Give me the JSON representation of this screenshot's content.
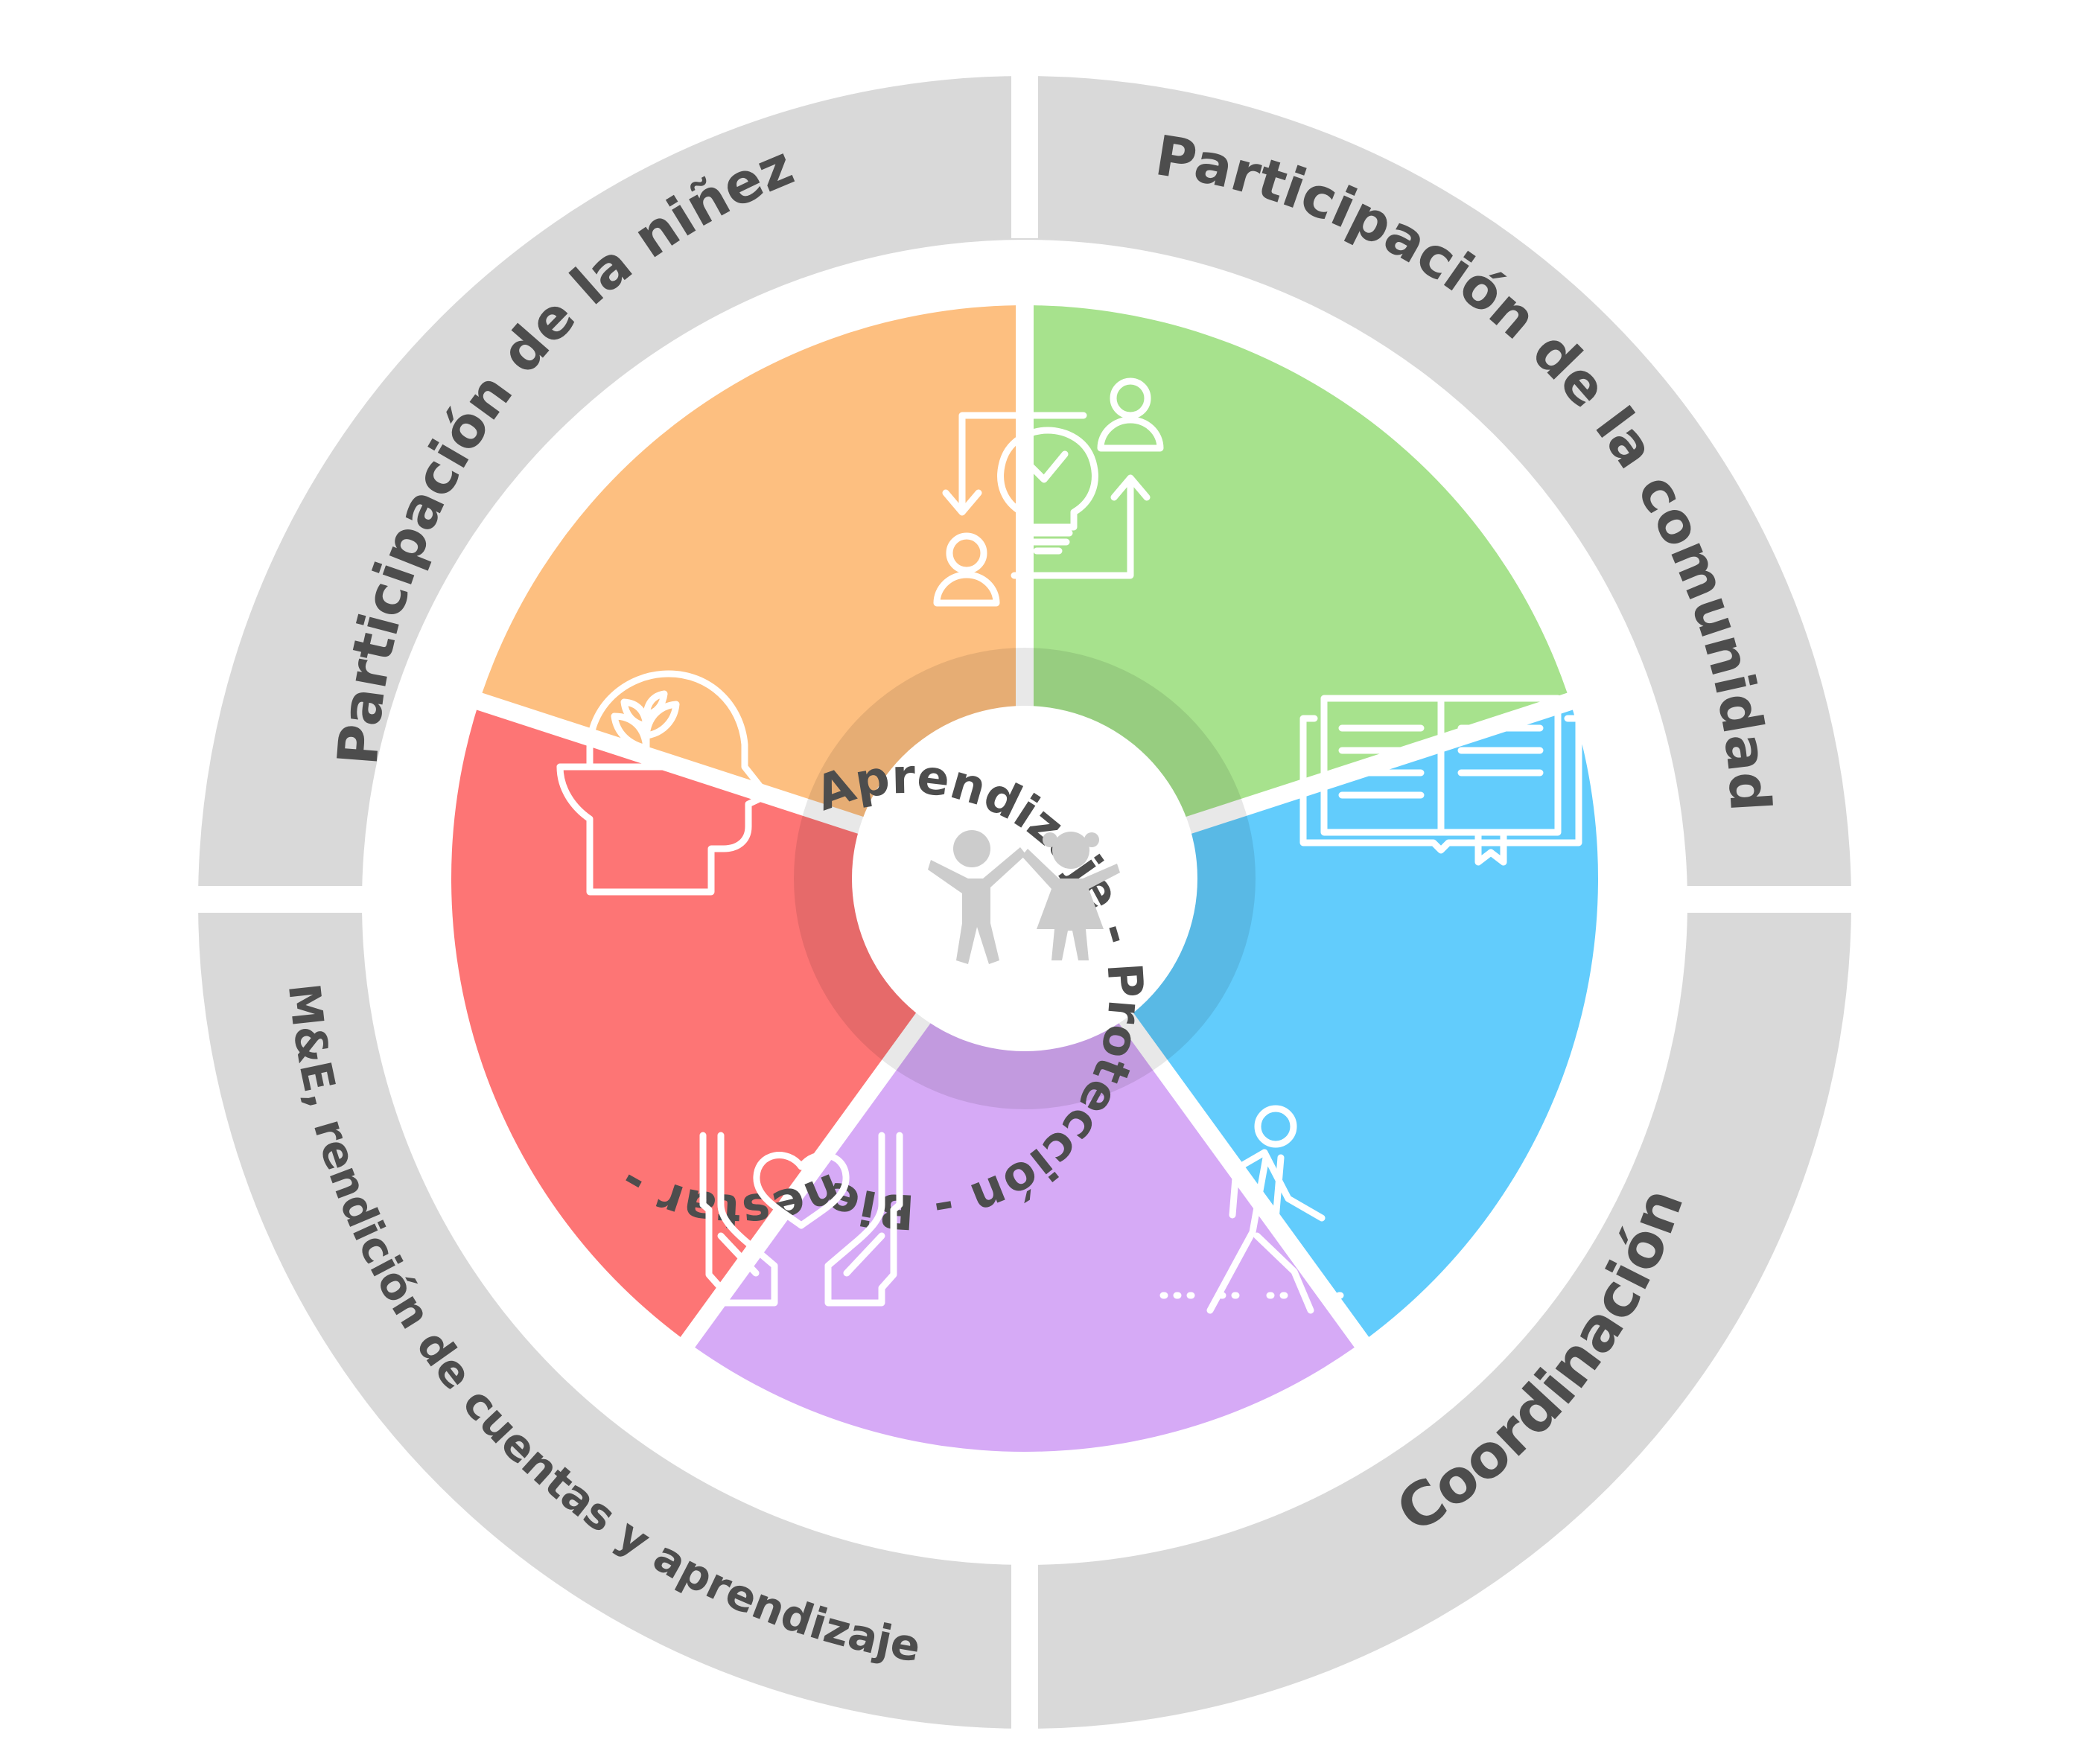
{
  "outer_ring": {
    "color": "#d9d9d9",
    "labels": {
      "top_left": "Participación de la niñez",
      "top_right": "Participación de la comunidad",
      "bottom_left": "M&E, rendición de cuentas  y aprendizaje",
      "bottom_right": "Coordinación"
    }
  },
  "segments": [
    {
      "icon": "ideas-exchange-icon",
      "color": "#fd7575"
    },
    {
      "icon": "open-book-icon",
      "color": "#fdbf80"
    },
    {
      "icon": "walking-person-icon",
      "color": "#a7e28d"
    },
    {
      "icon": "hands-heart-icon",
      "color": "#62ccfc"
    },
    {
      "icon": "head-growth-icon",
      "color": "#d6aaf6"
    }
  ],
  "center": {
    "ring_text": "Aprendizaje  -  Protección  -  Bienestar  -",
    "icon": "children-icon",
    "icon_color": "#cccccc",
    "text_color": "#4d4d4d"
  }
}
